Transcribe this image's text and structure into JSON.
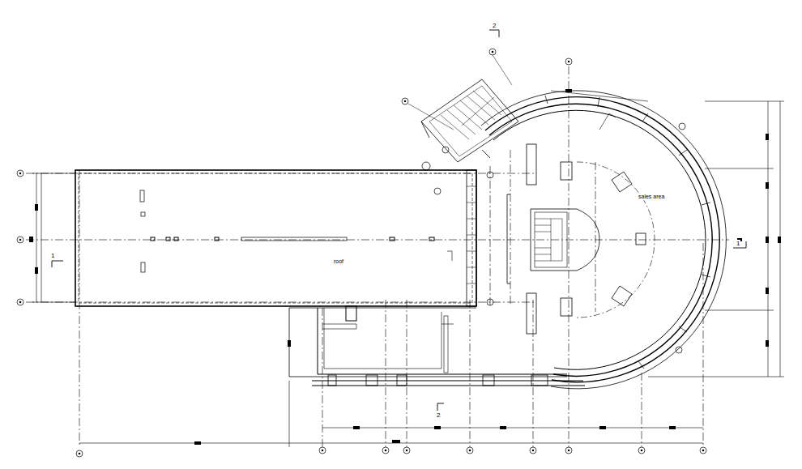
{
  "diagram": {
    "labels": [
      "2",
      "1",
      "sales area",
      "roof",
      "1",
      "2"
    ]
  }
}
